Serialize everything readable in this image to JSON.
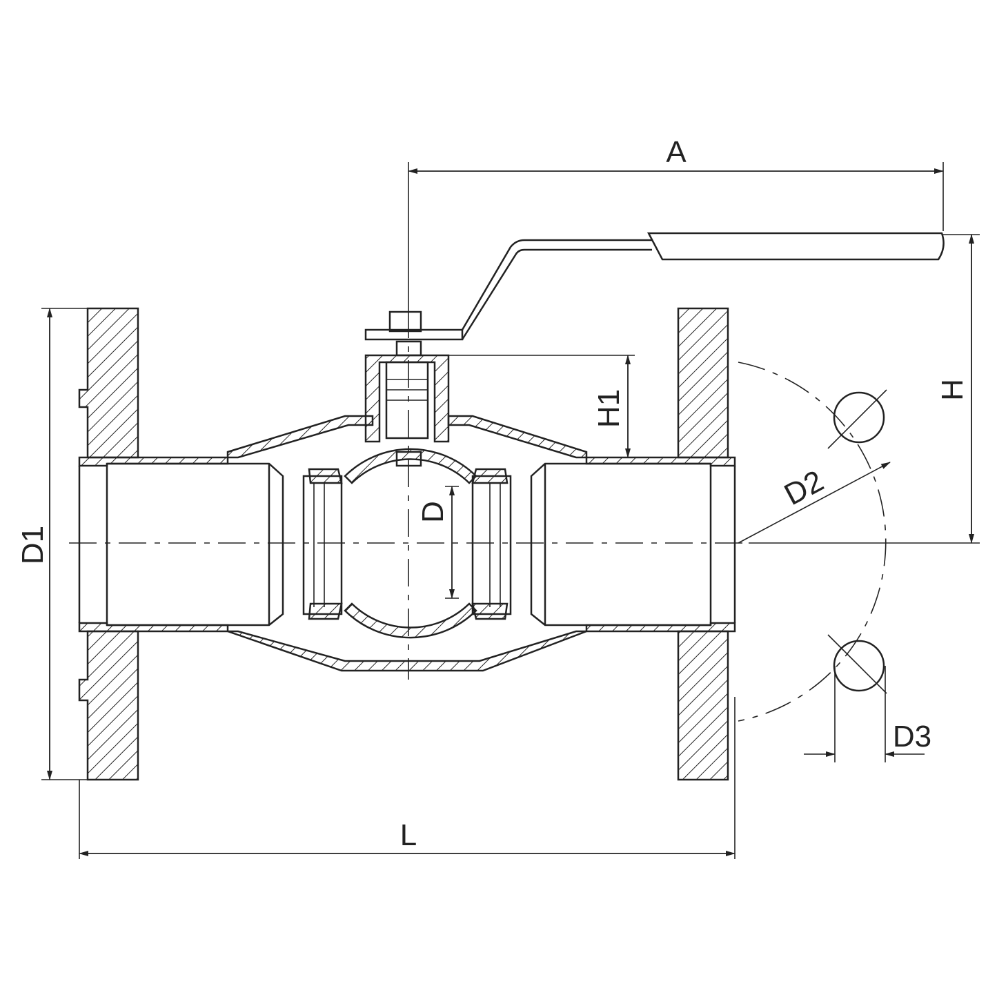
{
  "drawing": {
    "title": "Flanged ball valve dimension drawing",
    "labels": {
      "A": "A",
      "H": "H",
      "H1": "H1",
      "D": "D",
      "D1": "D1",
      "D2": "D2",
      "D3": "D3",
      "L": "L"
    },
    "colors": {
      "line": "#222222",
      "background": "#ffffff"
    }
  }
}
